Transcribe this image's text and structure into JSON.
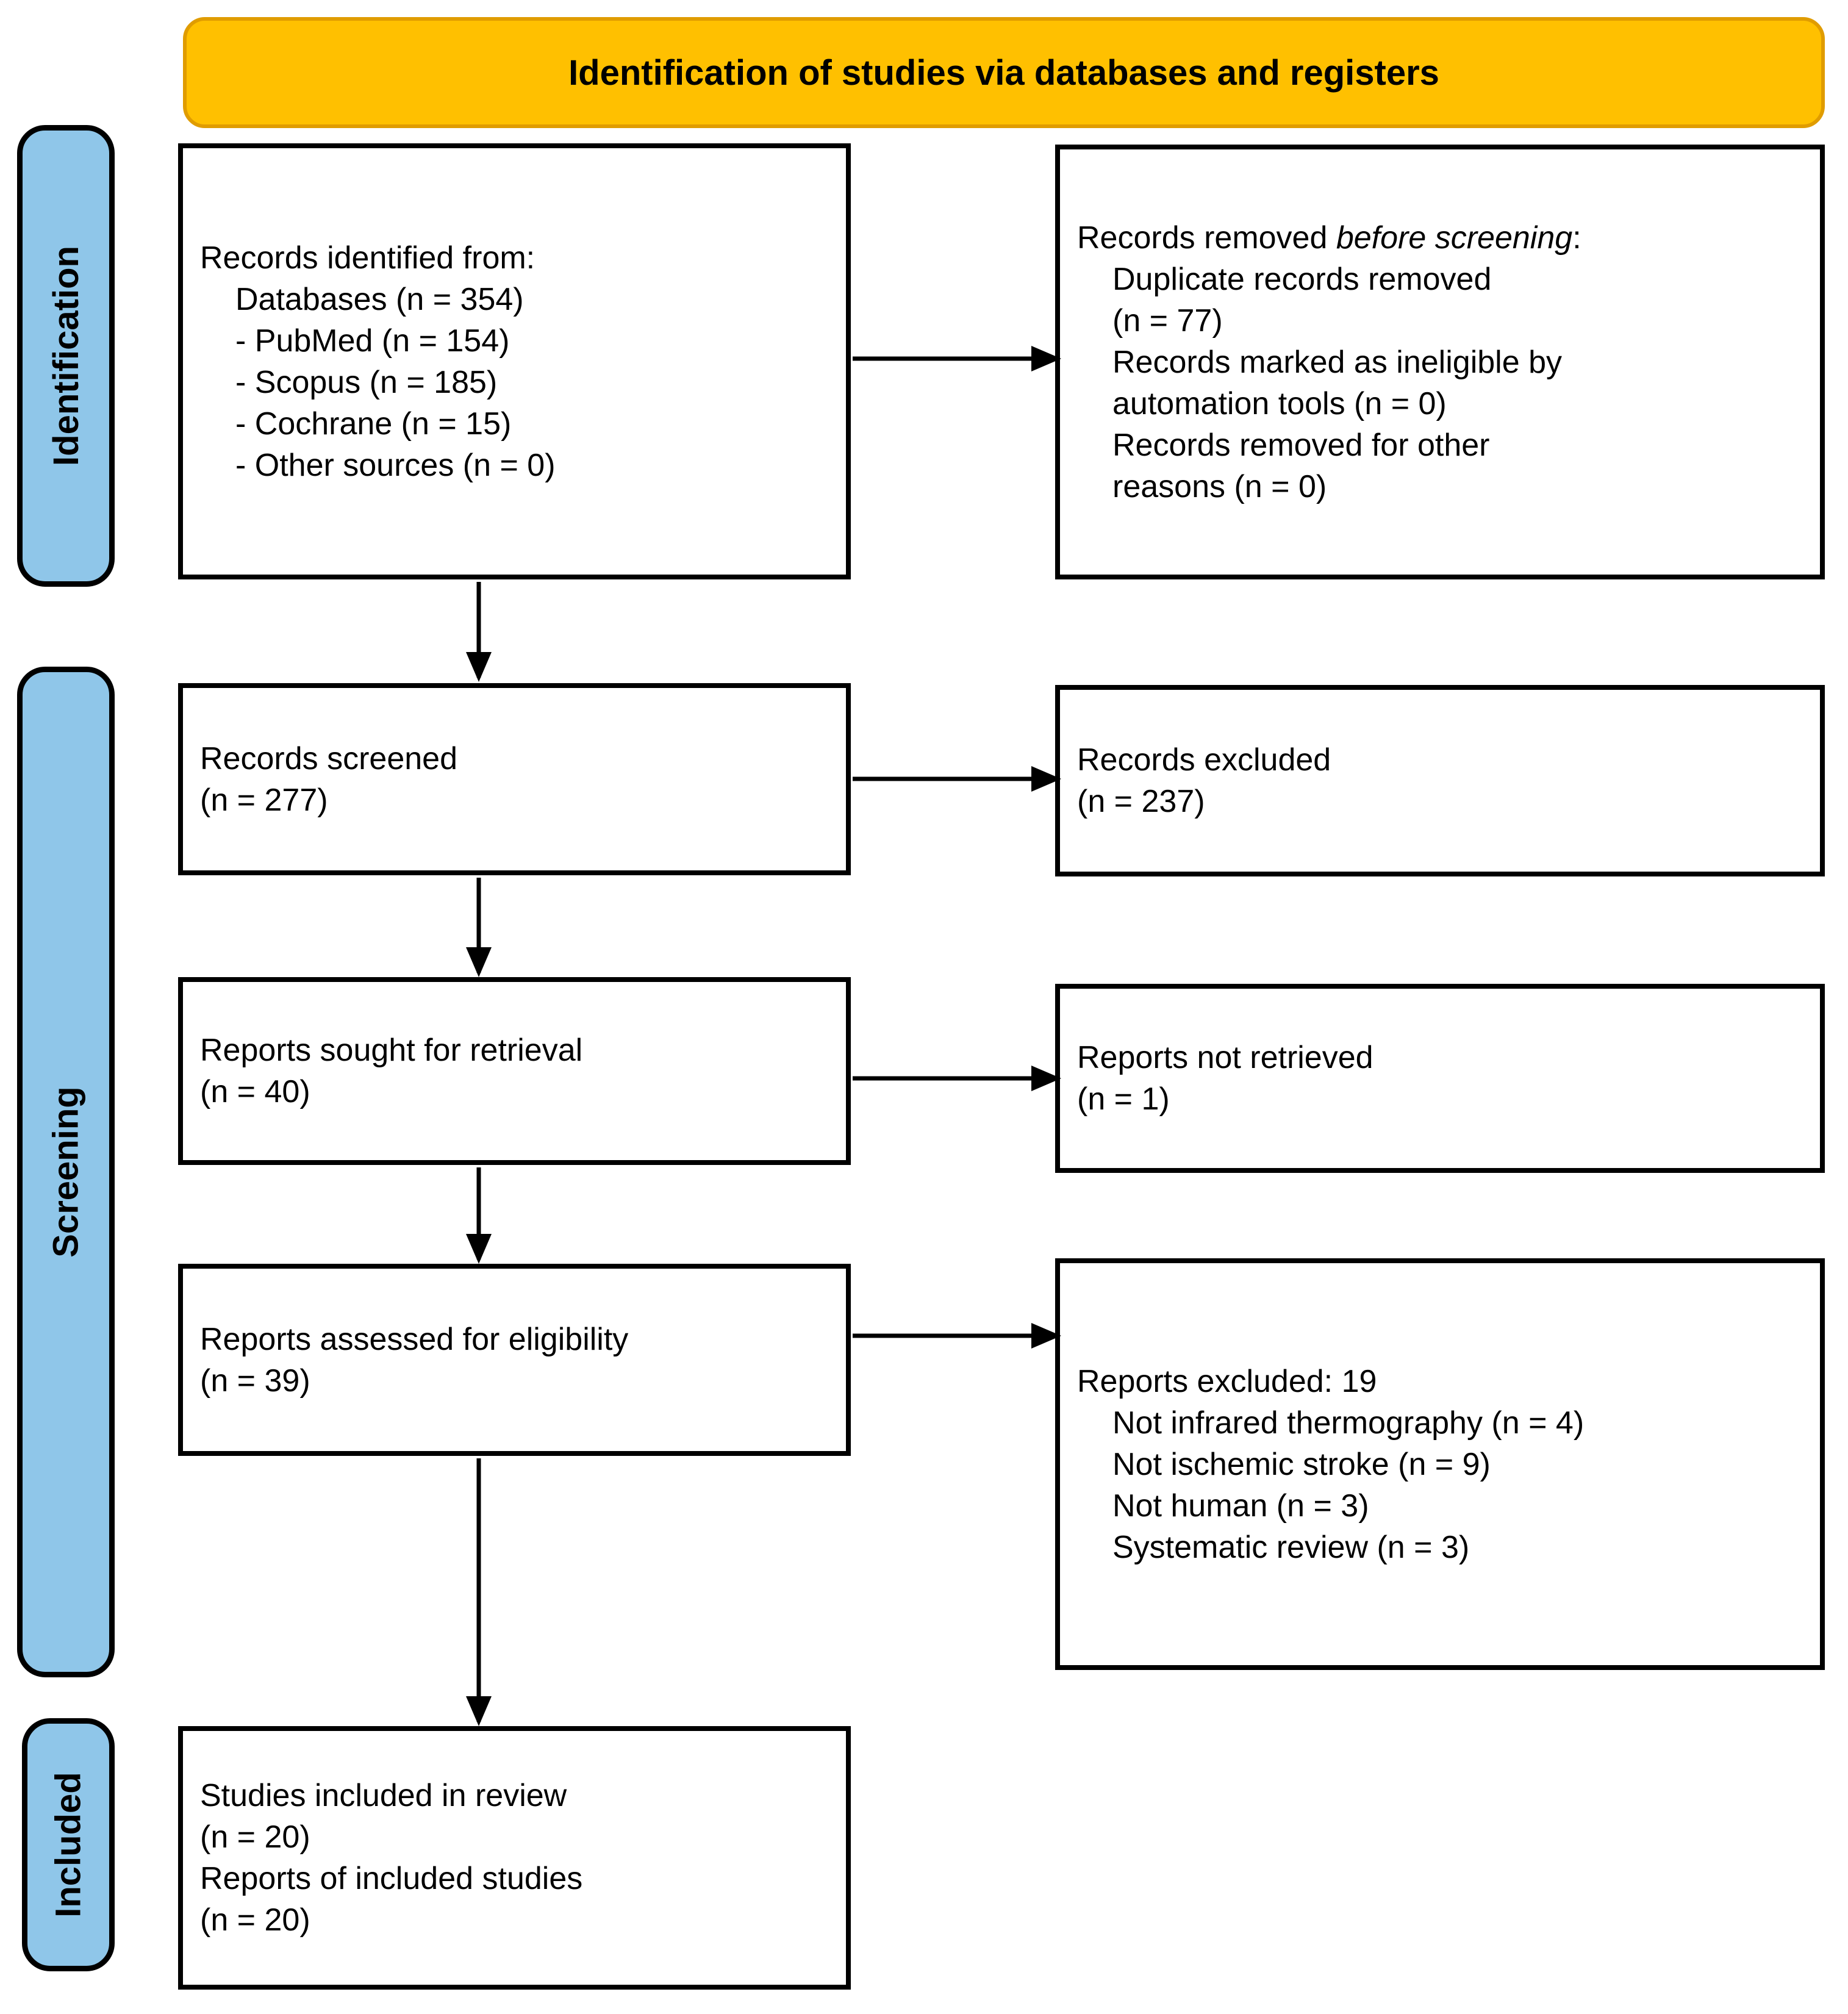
{
  "header": {
    "title": "Identification of studies via databases and registers"
  },
  "stages": [
    {
      "label": "Identification"
    },
    {
      "label": "Screening"
    },
    {
      "label": "Included"
    }
  ],
  "boxes": {
    "records_identified": {
      "title": "Records identified from:",
      "items": [
        "Databases (n = 354)",
        "- PubMed (n = 154)",
        "- Scopus (n = 185)",
        "- Cochrane (n = 15)",
        "- Other sources (n = 0)"
      ]
    },
    "records_removed": {
      "title_prefix": "Records removed ",
      "title_italic": "before screening",
      "title_suffix": ":",
      "items": [
        "Duplicate records removed",
        "(n = 77)",
        "Records marked as ineligible by",
        "automation tools (n = 0)",
        "Records removed for other",
        "reasons (n = 0)"
      ]
    },
    "records_screened": {
      "lines": [
        "Records screened",
        "(n = 277)"
      ]
    },
    "records_excluded": {
      "lines": [
        "Records excluded",
        "(n = 237)"
      ]
    },
    "reports_sought": {
      "lines": [
        "Reports sought for retrieval",
        "(n = 40)"
      ]
    },
    "reports_not_retrieved": {
      "lines": [
        "Reports not retrieved",
        "(n = 1)"
      ]
    },
    "reports_assessed": {
      "lines": [
        "Reports assessed for eligibility",
        "(n = 39)"
      ]
    },
    "reports_excluded": {
      "title": "Reports excluded: 19",
      "items": [
        "Not infrared thermography (n = 4)",
        "Not ischemic stroke (n = 9)",
        "Not human (n = 3)",
        "Systematic review (n = 3)"
      ]
    },
    "studies_included": {
      "lines": [
        "Studies included in review",
        "(n = 20)",
        "Reports of included studies",
        "(n = 20)"
      ]
    }
  },
  "colors": {
    "header_fill": "#FFC000",
    "header_border": "#E09C00",
    "stage_fill": "#8FC6E9",
    "border": "#000000"
  }
}
